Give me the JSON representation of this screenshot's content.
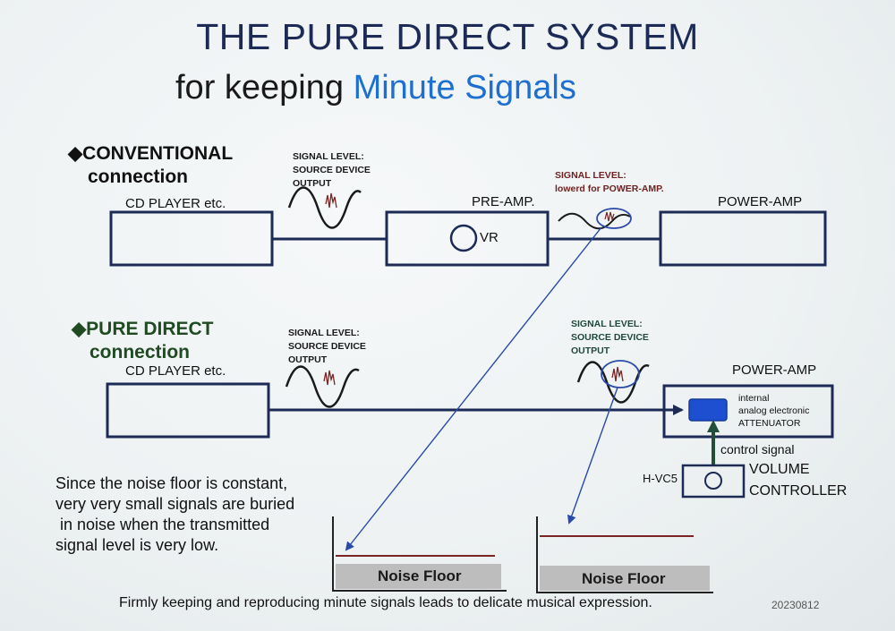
{
  "title": {
    "line1": "THE PURE DIRECT SYSTEM",
    "line2_prefix": "for keeping ",
    "line2_highlight": "Minute Signals"
  },
  "conventional": {
    "heading_line1": "◆CONVENTIONAL",
    "heading_line2": "connection",
    "source_label": "CD PLAYER  etc.",
    "signal_level_1": [
      "SIGNAL LEVEL:",
      "SOURCE DEVICE",
      "OUTPUT"
    ],
    "preamp_label": "PRE-AMP.",
    "vr_label": "VR",
    "signal_level_2": [
      "SIGNAL LEVEL:",
      "lowerd for POWER-AMP."
    ],
    "poweramp_label": "POWER-AMP"
  },
  "pure_direct": {
    "heading_line1": "◆PURE DIRECT",
    "heading_line2": "connection",
    "source_label": "CD PLAYER  etc.",
    "signal_level_1": [
      "SIGNAL LEVEL:",
      "SOURCE DEVICE",
      "OUTPUT"
    ],
    "signal_level_2": [
      "SIGNAL LEVEL:",
      "SOURCE DEVICE",
      "OUTPUT"
    ],
    "poweramp_label": "POWER-AMP",
    "attenuator_text": [
      "internal",
      "analog electronic",
      "ATTENUATOR"
    ],
    "control_signal_label": "control signal",
    "hvc5_label": "H-VC5",
    "volume_controller": [
      "VOLUME",
      "CONTROLLER"
    ]
  },
  "note": [
    "Since the noise floor is constant,",
    "very very small signals are buried",
    " in noise when the transmitted",
    "signal level is very low."
  ],
  "noise_floor_label_1": "Noise Floor",
  "noise_floor_label_2": "Noise Floor",
  "footer": "Firmly keeping and reproducing minute signals leads to delicate musical expression.",
  "date_stamp": "20230812",
  "colors": {
    "navy": "#1c2a55",
    "accent_blue": "#1d6fd0",
    "signal_line_red": "#7a2424",
    "attenuator_fill": "#1f4fd1",
    "control_arrow": "#234f3a",
    "noise_floor_fill": "#bdbdbd"
  }
}
